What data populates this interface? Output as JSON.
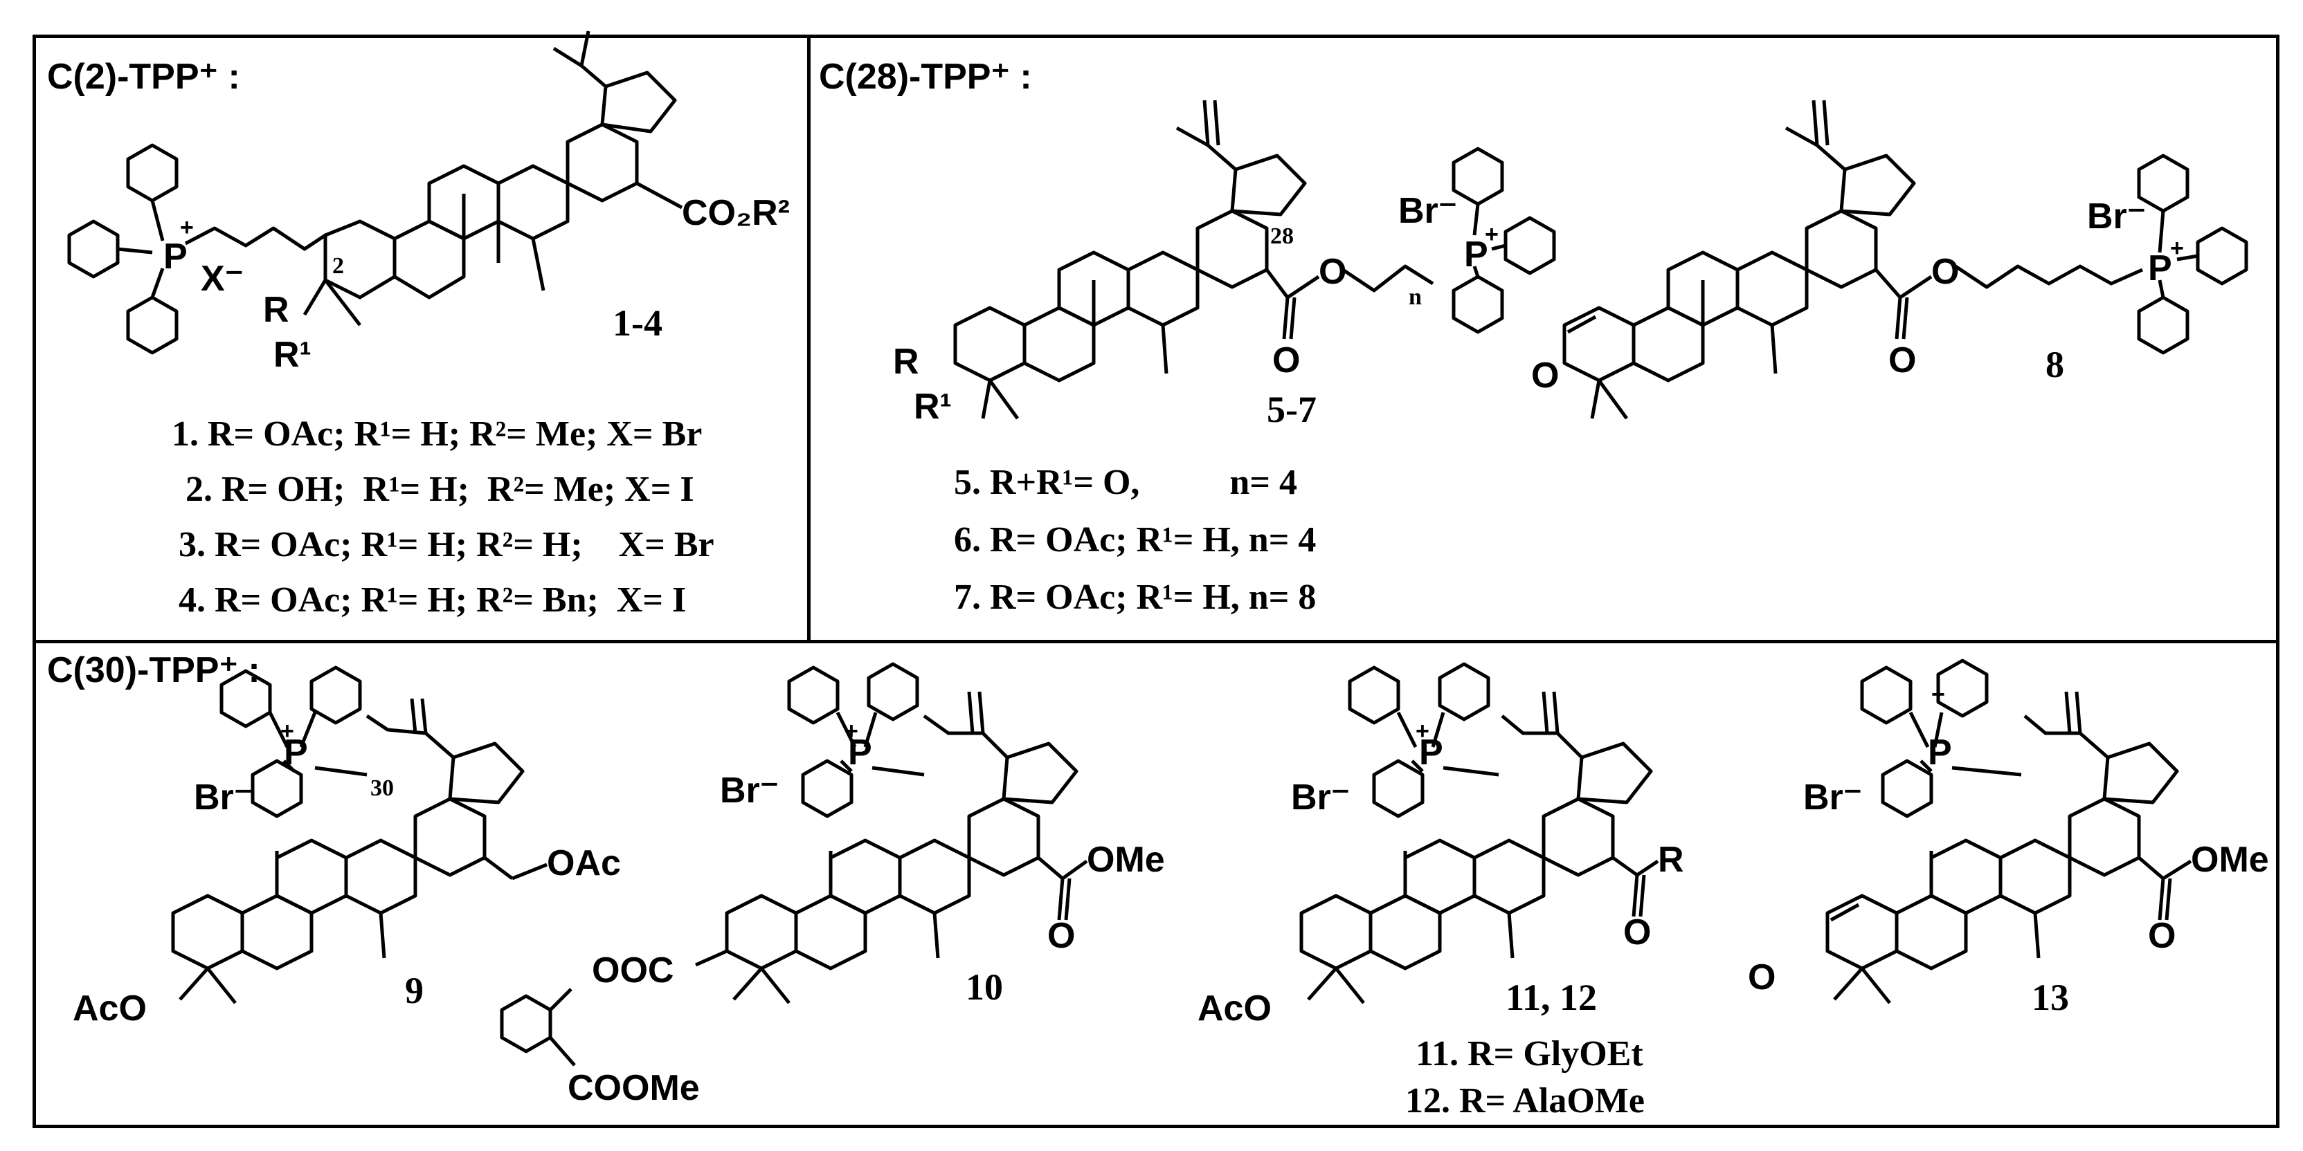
{
  "panels": {
    "c2": {
      "title": "C(2)-TPP⁺ :",
      "compound_ids": "1-4",
      "legend": [
        "1. R= OAc; R¹= H; R²= Me; X= Br",
        "2. R= OH;  R¹= H;  R²= Me; X= I",
        "3. R= OAc; R¹= H; R²= H;    X= Br",
        "4. R= OAc; R¹= H; R²= Bn;  X= I"
      ],
      "labels": {
        "plus": "+",
        "x_minus": "X⁻",
        "c2": "2",
        "r": "R",
        "r1": "R¹",
        "ester": "CO₂R²"
      }
    },
    "c28": {
      "title": "C(28)-TPP⁺ :",
      "compound_ids_a": "5-7",
      "compound_id_b": "8",
      "legend": [
        "5. R+R¹= O,          n= 4",
        "6. R= OAc; R¹= H, n= 4",
        "7. R= OAc; R¹= H, n= 8"
      ],
      "labels": {
        "br": "Br⁻",
        "plus": "+",
        "p": "P",
        "o": "O",
        "c28": "28",
        "n": "n",
        "r": "R",
        "r1": "R¹"
      }
    },
    "c30": {
      "title": "C(30)-TPP⁺ :",
      "ids": {
        "c9": "9",
        "c10": "10",
        "c11": "11, 12",
        "c13": "13"
      },
      "legend": [
        "11. R= GlyOEt",
        "12. R= AlaOMe"
      ],
      "labels": {
        "br": "Br⁻",
        "plus": "+",
        "p": "P",
        "c30": "30",
        "oac": "OAc",
        "aco": "AcO",
        "ome": "OMe",
        "ooc": "OOC",
        "coome": "COOMe",
        "o": "O",
        "r": "R"
      }
    }
  },
  "colors": {
    "ink": "#000000",
    "background": "#ffffff"
  }
}
